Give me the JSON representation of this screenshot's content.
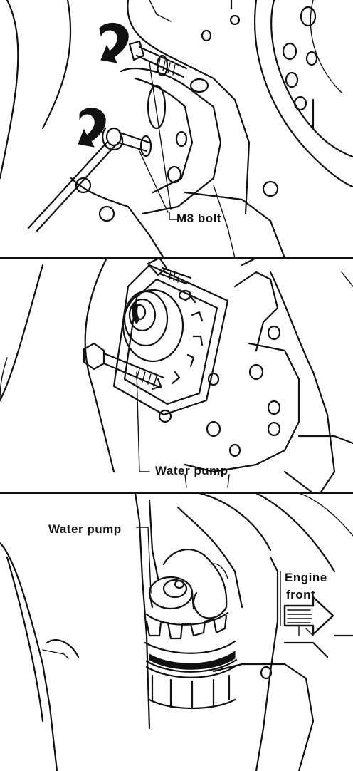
{
  "panels": [
    {
      "id": "panel-1",
      "label": "M8 bolt"
    },
    {
      "id": "panel-2",
      "label": "Water pump"
    },
    {
      "id": "panel-3",
      "label": "Water pump",
      "direction": {
        "line1": "Engine",
        "line2": "front"
      }
    }
  ]
}
